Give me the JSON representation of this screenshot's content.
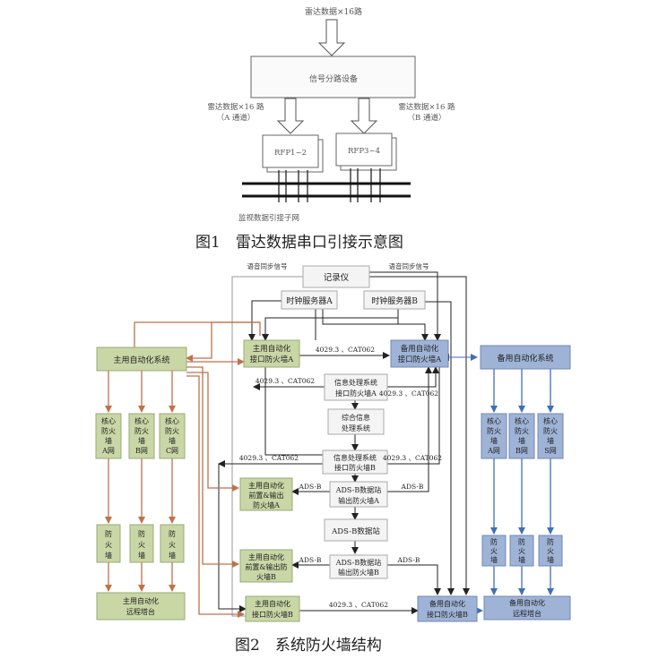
{
  "fig1": {
    "caption": "图1　雷达数据串口引接示意图",
    "top_input": "雷达数据×16路",
    "splitter": "信号分路设备",
    "left_label": "雷达数据×16 路",
    "left_sub": "（A 通道）",
    "right_label": "雷达数据×16 路",
    "right_sub": "（B 通道）",
    "rfp_a": "RFP1~2",
    "rfp_b": "RFP3~4",
    "bottom_label": "监视数据引接子网"
  },
  "fig2": {
    "caption": "图2　系统防火墙结构",
    "recorder": "记录仪",
    "voice_sync_left": "语音同步信号",
    "voice_sync_right": "语音同步信号",
    "clock_a": "时钟服务器A",
    "clock_b": "时钟服务器B",
    "main_auto": "主用自动化系统",
    "backup_auto": "备用自动化系统",
    "main_iface_a": [
      "主用自动化",
      "接口防火墙A"
    ],
    "backup_iface_a": [
      "备用自动化",
      "接口防火墙A"
    ],
    "info_fw_a": [
      "信息处理系统",
      "接口防火墙A"
    ],
    "info_center": [
      "综合信息",
      "处理系统"
    ],
    "info_fw_b": [
      "信息处理系统",
      "接口防火墙B"
    ],
    "main_core": [
      [
        "核心",
        "防火",
        "墙",
        "A网"
      ],
      [
        "核心",
        "防火",
        "墙",
        "B网"
      ],
      [
        "核心",
        "防火",
        "墙",
        "C网"
      ]
    ],
    "backup_core": [
      [
        "核心",
        "防火",
        "墙",
        "A网"
      ],
      [
        "核心",
        "防火",
        "墙",
        "B网"
      ],
      [
        "核心",
        "防火",
        "墙",
        "S网"
      ]
    ],
    "fw_small": [
      "防",
      "火",
      "墙"
    ],
    "front_fw_a": [
      "主用自动化",
      "前置&输出",
      "防火墙A"
    ],
    "adsb_out_a": [
      "ADS-B数据站",
      "输出防火墙A"
    ],
    "adsb_station": "ADS-B数据站",
    "front_fw_b": [
      "主用自动化",
      "前置&输出防",
      "火墙B"
    ],
    "adsb_out_b": [
      "ADS-B数据站",
      "输出防火墙B"
    ],
    "main_iface_b": [
      "主用自动化",
      "接口防火墙B"
    ],
    "backup_iface_b": [
      "备用自动化",
      "接口防火墙B"
    ],
    "main_remote": [
      "主用自动化",
      "远程塔台"
    ],
    "backup_remote": [
      "备用自动化",
      "远程塔台"
    ],
    "proto_label": "4029.3 、CAT062",
    "adsb_label": "ADS-B",
    "colors": {
      "green_box": "#c9d6a6",
      "blue_box": "#9eb3d6",
      "grey_box": "#f0f0f0",
      "orange_line": "#c0714a",
      "blue_line": "#3f6fb5",
      "black_line": "#222222"
    }
  }
}
